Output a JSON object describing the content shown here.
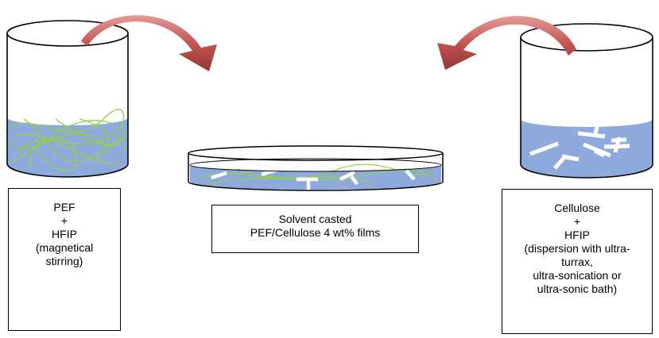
{
  "left_label": {
    "line1": "PEF",
    "line2": "+",
    "line3": "HFIP",
    "line4": "(magnetical",
    "line5": "stirring)"
  },
  "middle_label": {
    "line1": "Solvent casted",
    "line2": "PEF/Cellulose 4 wt% films"
  },
  "right_label": {
    "line1": "Cellulose",
    "line2": "+",
    "line3": "HFIP",
    "line4": "(dispersion with ultra-",
    "line5": "turrax,",
    "line6": "ultra-sonication or",
    "line7": "ultra-sonic bath)"
  },
  "colors": {
    "solution_blue": "#8EA9DB",
    "fiber_green": "#92D050",
    "arrow_red": "#C0504D",
    "outline": "#000000"
  }
}
